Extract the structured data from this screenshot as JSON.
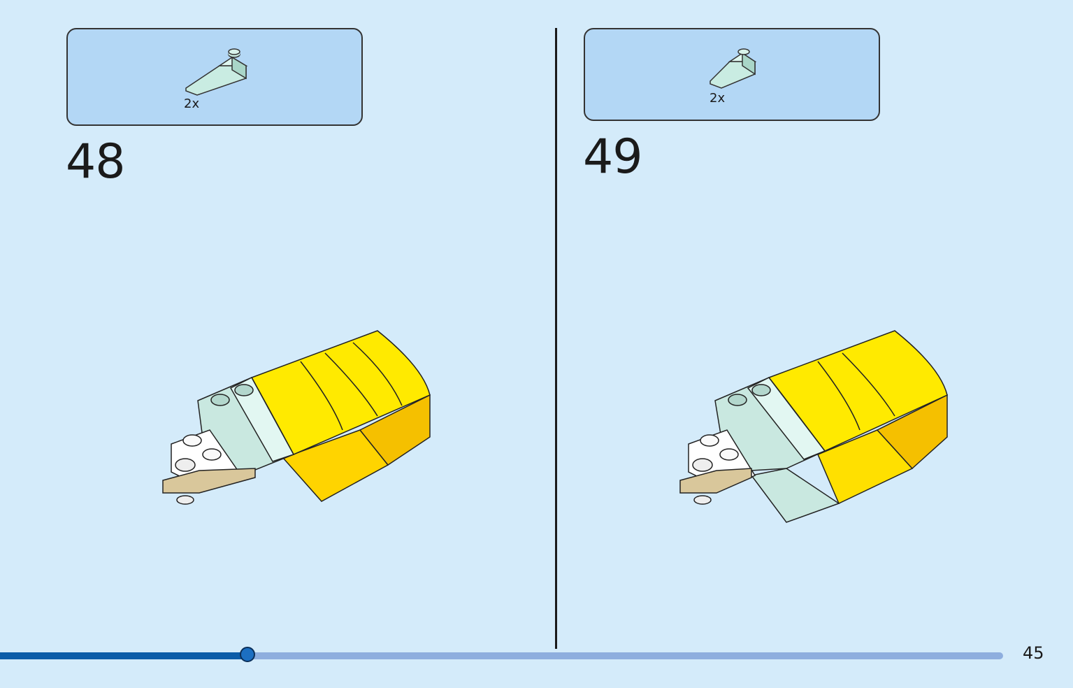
{
  "steps": [
    {
      "number": "48",
      "part_quantity": "2x",
      "part_icon": "slope-brick-icon"
    },
    {
      "number": "49",
      "part_quantity": "2x",
      "part_icon": "slope-brick-icon"
    }
  ],
  "page": {
    "number": "45"
  },
  "progress": {
    "fraction": 0.247
  },
  "colors": {
    "background": "#d4ebfa",
    "parts_box": "#b3d7f5",
    "yellow": "#ffe600",
    "mint": "#c9e8e0",
    "tan": "#d9c79b",
    "progress_fill": "#0b5ca8",
    "progress_track": "#8eaede"
  }
}
